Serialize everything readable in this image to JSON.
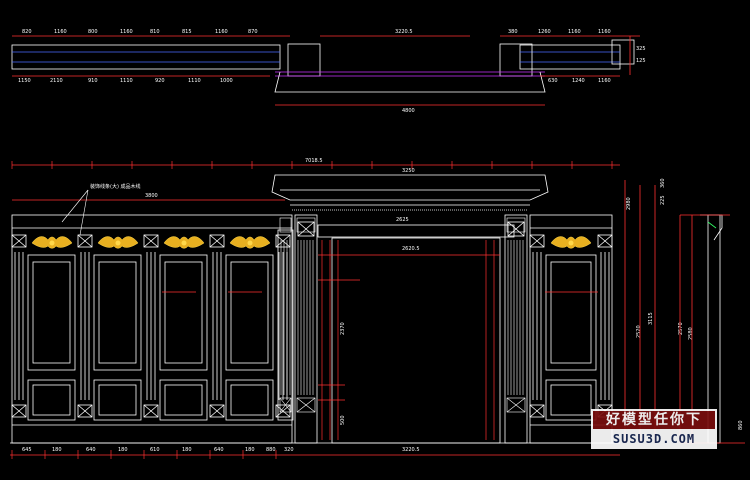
{
  "watermark": {
    "brand_cn": "好模型任你下",
    "site": "SUSU3D.COM"
  },
  "plan": {
    "dims_top_left": [
      "820",
      "1160",
      "800",
      "1160",
      "810",
      "815",
      "1160",
      "870"
    ],
    "dims_bottom_left": [
      "1150",
      "2110",
      "910",
      "1110",
      "920",
      "1110",
      "1000"
    ],
    "dim_center": "3220.5",
    "dims_top_right": [
      "380",
      "1260",
      "1160",
      "1160"
    ],
    "dims_bottom_right": [
      "630",
      "1240",
      "1160"
    ],
    "dim_overall": "4800",
    "dim_side_a": "325",
    "dim_side_b": "125"
  },
  "elevation": {
    "dim_total_width": "7018.5",
    "dim_left_span": "3800",
    "dim_cornice": "3250",
    "dim_opening_top": "2625",
    "dim_opening_mid": "2620.5",
    "dim_bottom_center": "3220.5",
    "note_label": "装饰线条(大)  成品木线",
    "dims_bottom_row": [
      "645",
      "180",
      "640",
      "180",
      "610",
      "180",
      "640",
      "180",
      "880",
      "320"
    ],
    "dims_right_vertical": [
      "2980",
      "2520",
      "3115",
      "360",
      "225"
    ],
    "dims_inner_vertical": [
      "2370",
      "500"
    ],
    "dims_side_vertical": [
      "2570",
      "2580",
      "860"
    ]
  }
}
